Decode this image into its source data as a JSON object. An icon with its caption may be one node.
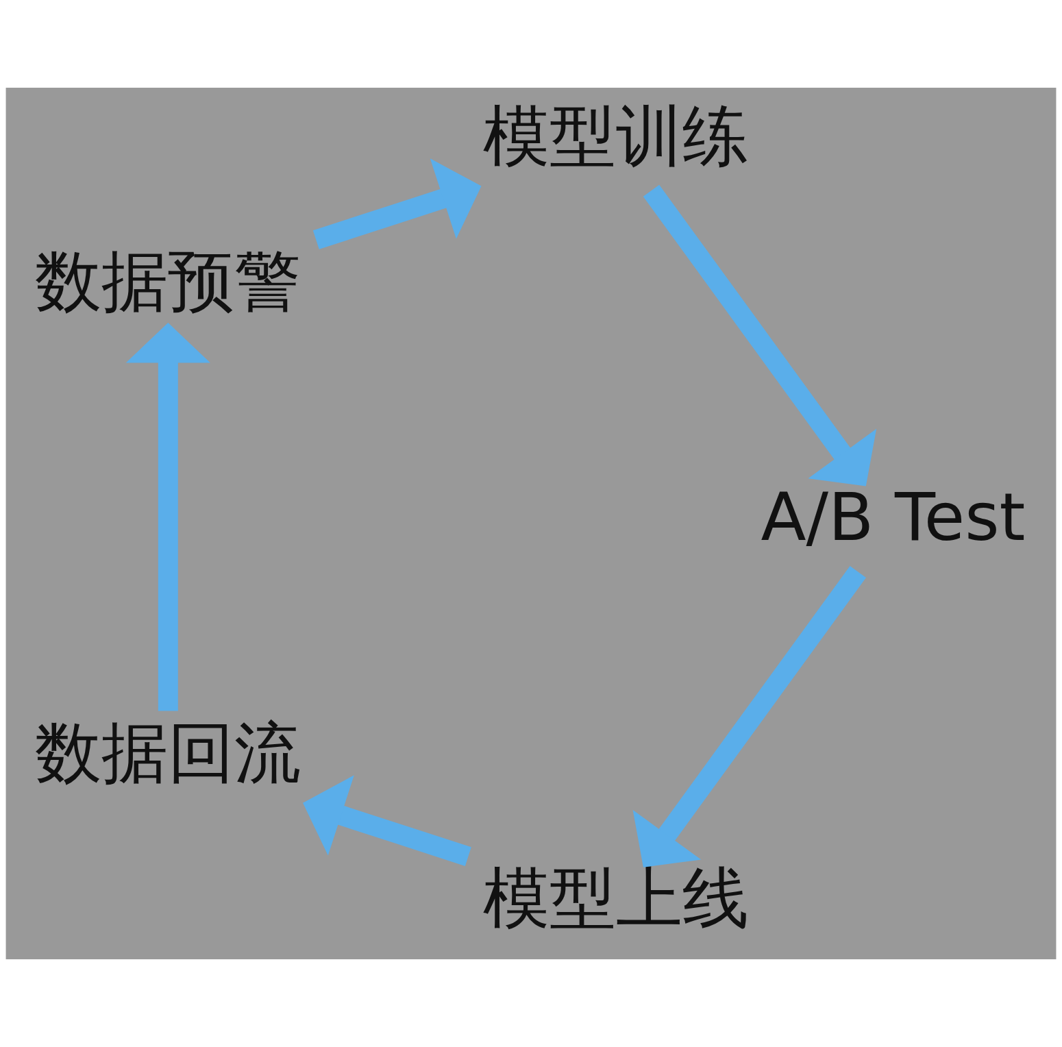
{
  "diagram": {
    "nodes": [
      {
        "text": [
          "模型上线"
        ]
      },
      {
        "text": [
          "数据回流"
        ]
      },
      {
        "text": [
          "数据预警"
        ]
      },
      {
        "text": [
          "模型训练"
        ]
      },
      {
        "text": [
          "A/B Test"
        ]
      }
    ],
    "edges": [
      {
        "from": 0,
        "to": 1,
        "arrow": "to"
      },
      {
        "from": 1,
        "to": 2,
        "arrow": "to"
      },
      {
        "from": 2,
        "to": 3,
        "arrow": "to"
      },
      {
        "from": 3,
        "to": 4,
        "arrow": "to"
      },
      {
        "from": 4,
        "to": 0,
        "arrow": "to"
      }
    ]
  }
}
